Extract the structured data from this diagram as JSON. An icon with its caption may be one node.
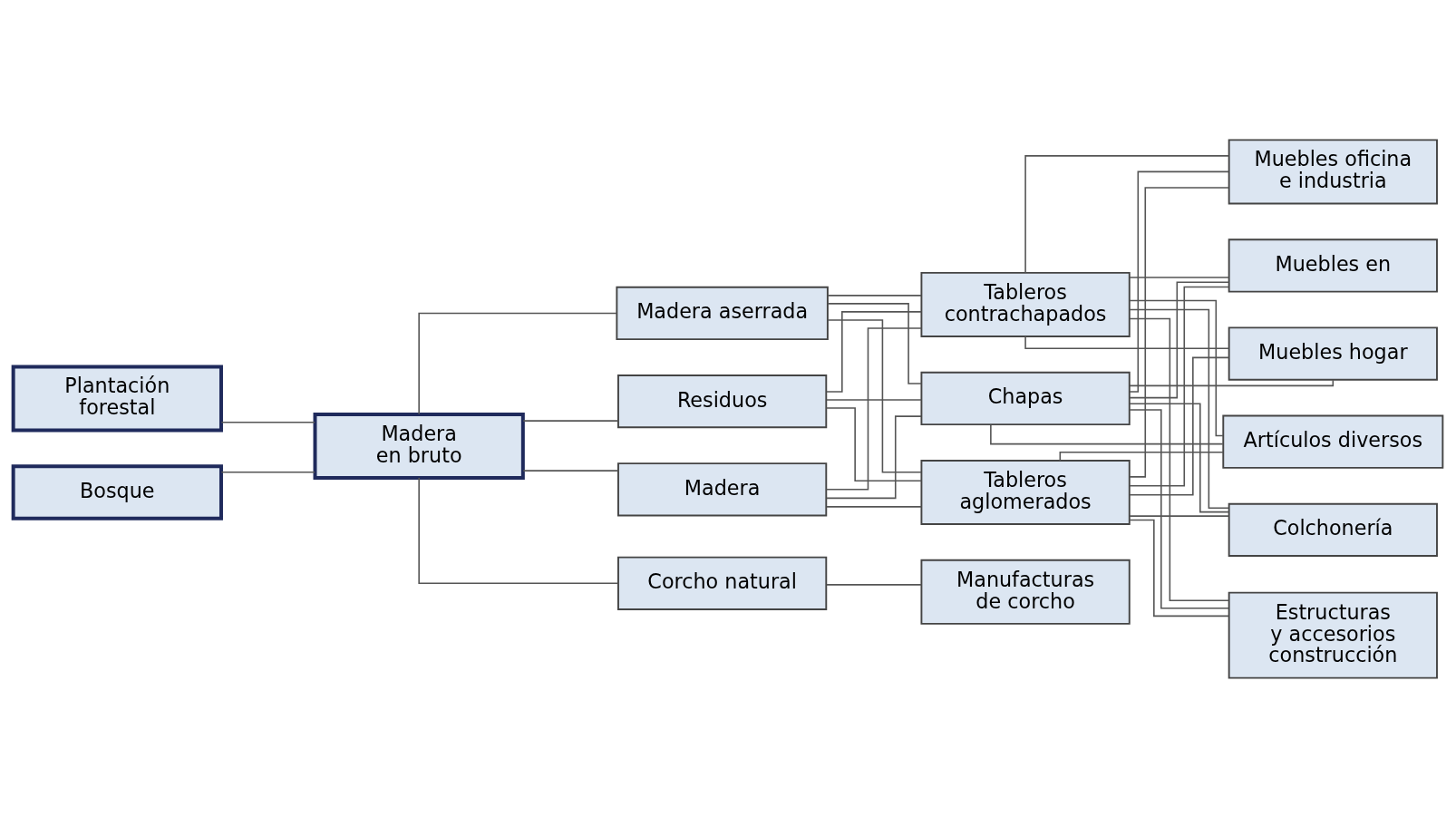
{
  "diagram": {
    "nodes": [
      {
        "text": [
          "Plantación forestal"
        ]
      },
      {
        "text": [
          "Bosque"
        ]
      },
      {
        "text": [
          "Madera en bruto"
        ]
      },
      {
        "text": [
          "Madera aserrada"
        ]
      },
      {
        "text": [
          "Residuos"
        ]
      },
      {
        "text": [
          "Madera"
        ]
      },
      {
        "text": [
          "Corcho natural"
        ]
      },
      {
        "text": [
          "Tableros contrachapados"
        ]
      },
      {
        "text": [
          "Chapas"
        ]
      },
      {
        "text": [
          "Tableros aglomerados"
        ]
      },
      {
        "text": [
          "Manufacturas de corcho"
        ]
      },
      {
        "text": [
          "Muebles oficina e industria"
        ]
      },
      {
        "text": [
          "Muebles en"
        ]
      },
      {
        "text": [
          "Muebles hogar"
        ]
      },
      {
        "text": [
          "Artículos diversos"
        ]
      },
      {
        "text": [
          "Colchonería"
        ]
      },
      {
        "text": [
          "Estructuras y accesorios construcción"
        ]
      }
    ],
    "edges": [
      {
        "from": 0,
        "to": 2,
        "arrow": "none"
      },
      {
        "from": 1,
        "to": 2,
        "arrow": "none"
      },
      {
        "from": 2,
        "to": 3,
        "arrow": "none"
      },
      {
        "from": 2,
        "to": 4,
        "arrow": "none"
      },
      {
        "from": 2,
        "to": 5,
        "arrow": "none"
      },
      {
        "from": 2,
        "to": 6,
        "arrow": "none"
      },
      {
        "from": 3,
        "to": 7,
        "arrow": "none"
      },
      {
        "from": 3,
        "to": 8,
        "arrow": "none"
      },
      {
        "from": 3,
        "to": 9,
        "arrow": "none"
      },
      {
        "from": 4,
        "to": 7,
        "arrow": "none"
      },
      {
        "from": 4,
        "to": 8,
        "arrow": "none"
      },
      {
        "from": 4,
        "to": 9,
        "arrow": "none"
      },
      {
        "from": 5,
        "to": 7,
        "arrow": "none"
      },
      {
        "from": 5,
        "to": 8,
        "arrow": "none"
      },
      {
        "from": 5,
        "to": 9,
        "arrow": "none"
      },
      {
        "from": 6,
        "to": 10,
        "arrow": "none"
      },
      {
        "from": 7,
        "to": 11,
        "arrow": "none"
      },
      {
        "from": 7,
        "to": 12,
        "arrow": "none"
      },
      {
        "from": 7,
        "to": 13,
        "arrow": "none"
      },
      {
        "from": 7,
        "to": 14,
        "arrow": "none"
      },
      {
        "from": 7,
        "to": 15,
        "arrow": "none"
      },
      {
        "from": 7,
        "to": 16,
        "arrow": "none"
      },
      {
        "from": 8,
        "to": 11,
        "arrow": "none"
      },
      {
        "from": 8,
        "to": 12,
        "arrow": "none"
      },
      {
        "from": 8,
        "to": 13,
        "arrow": "none"
      },
      {
        "from": 8,
        "to": 14,
        "arrow": "none"
      },
      {
        "from": 8,
        "to": 15,
        "arrow": "none"
      },
      {
        "from": 8,
        "to": 16,
        "arrow": "none"
      },
      {
        "from": 9,
        "to": 11,
        "arrow": "none"
      },
      {
        "from": 9,
        "to": 12,
        "arrow": "none"
      },
      {
        "from": 9,
        "to": 13,
        "arrow": "none"
      },
      {
        "from": 9,
        "to": 14,
        "arrow": "none"
      },
      {
        "from": 9,
        "to": 15,
        "arrow": "none"
      },
      {
        "from": 9,
        "to": 16,
        "arrow": "none"
      }
    ]
  }
}
